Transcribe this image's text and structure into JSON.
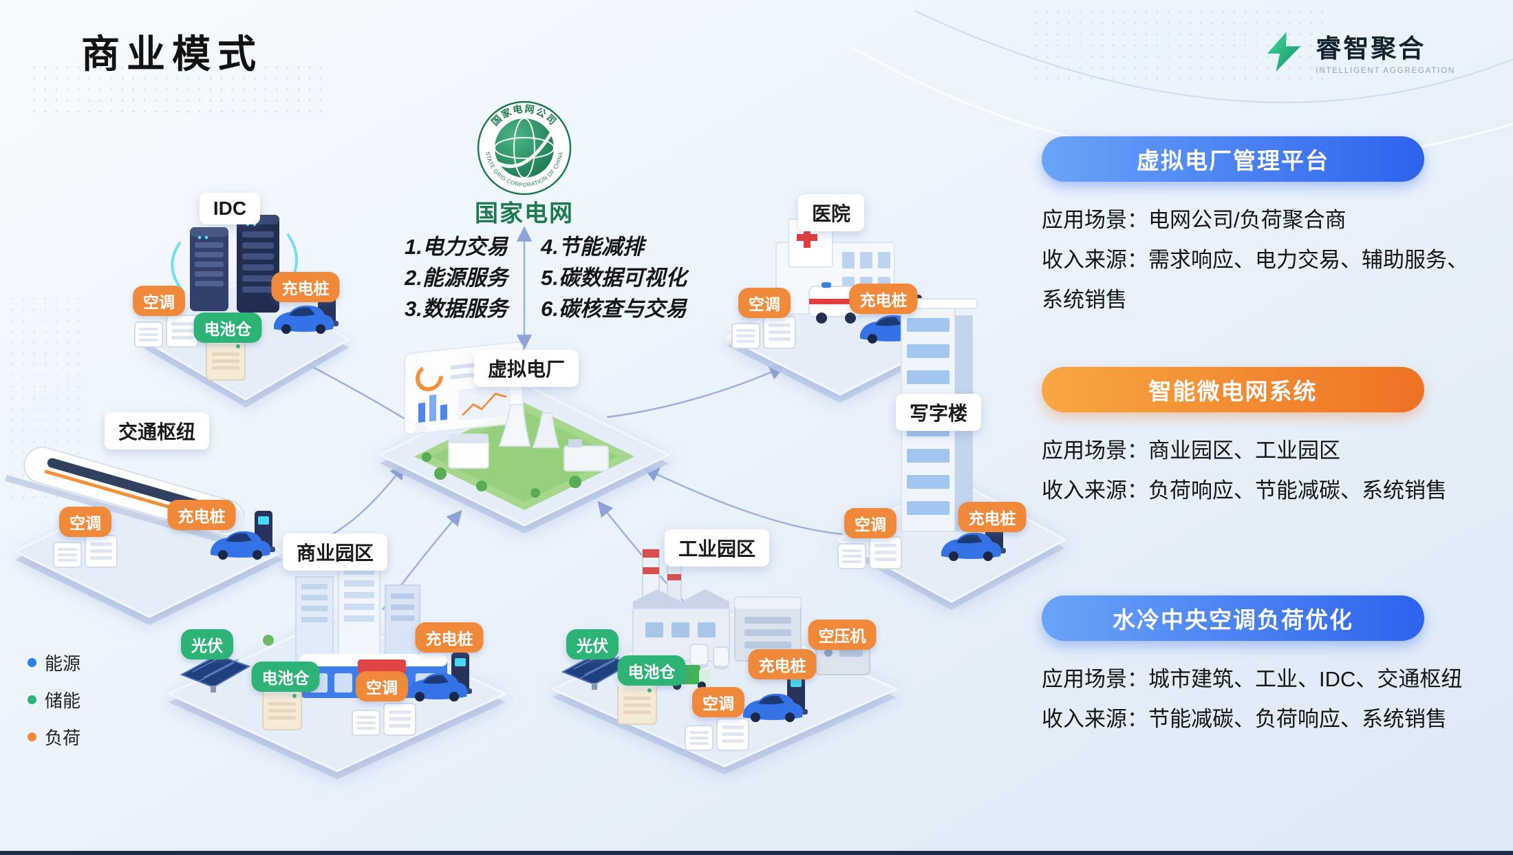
{
  "title": "商业模式",
  "brand": {
    "name": "睿智聚合",
    "tagline": "INTELLIGENT AGGREGATION"
  },
  "colors": {
    "accent_blue": "#2d63ee",
    "accent_orange": "#ee7d2e",
    "tag_load": "#f08a3a",
    "tag_storage": "#2eb377",
    "grid_green": "#1d7a4e"
  },
  "grid": {
    "name": "国家电网",
    "seal_top": "国家电网公司",
    "seal_bottom": "STATE GRID CORPORATION OF CHINA",
    "services_left": [
      "1.电力交易",
      "2.能源服务",
      "3.数据服务"
    ],
    "services_right": [
      "4.节能减排",
      "5.碳数据可视化",
      "6.碳核查与交易"
    ]
  },
  "center_node": {
    "label": "虚拟电厂"
  },
  "nodes": [
    {
      "label": "IDC",
      "tags": [
        {
          "label": "空调",
          "type": "load"
        },
        {
          "label": "充电桩",
          "type": "load"
        },
        {
          "label": "电池仓",
          "type": "storage"
        }
      ]
    },
    {
      "label": "医院",
      "tags": [
        {
          "label": "空调",
          "type": "load"
        },
        {
          "label": "充电桩",
          "type": "load"
        }
      ]
    },
    {
      "label": "交通枢纽",
      "tags": [
        {
          "label": "空调",
          "type": "load"
        },
        {
          "label": "充电桩",
          "type": "load"
        }
      ]
    },
    {
      "label": "写字楼",
      "tags": [
        {
          "label": "空调",
          "type": "load"
        },
        {
          "label": "充电桩",
          "type": "load"
        }
      ]
    },
    {
      "label": "商业园区",
      "tags": [
        {
          "label": "光伏",
          "type": "storage"
        },
        {
          "label": "充电桩",
          "type": "load"
        },
        {
          "label": "电池仓",
          "type": "storage"
        },
        {
          "label": "空调",
          "type": "load"
        }
      ]
    },
    {
      "label": "工业园区",
      "tags": [
        {
          "label": "光伏",
          "type": "storage"
        },
        {
          "label": "电池仓",
          "type": "storage"
        },
        {
          "label": "充电桩",
          "type": "load"
        },
        {
          "label": "空调",
          "type": "load"
        },
        {
          "label": "空压机",
          "type": "load"
        }
      ]
    }
  ],
  "legend": [
    {
      "label": "能源",
      "color": "#2f7df6"
    },
    {
      "label": "储能",
      "color": "#2eb377"
    },
    {
      "label": "负荷",
      "color": "#f08a3a"
    }
  ],
  "panels": [
    {
      "title": "虚拟电厂管理平台",
      "accent": "blue",
      "scene_label": "应用场景：",
      "scene": "电网公司/负荷聚合商",
      "revenue_label": "收入来源：",
      "revenue": "需求响应、电力交易、辅助服务、系统销售"
    },
    {
      "title": "智能微电网系统",
      "accent": "orange",
      "scene_label": "应用场景：",
      "scene": "商业园区、工业园区",
      "revenue_label": "收入来源：",
      "revenue": "负荷响应、节能减碳、系统销售"
    },
    {
      "title": "水冷中央空调负荷优化",
      "accent": "blue",
      "scene_label": "应用场景：",
      "scene": "城市建筑、工业、IDC、交通枢纽",
      "revenue_label": "收入来源：",
      "revenue": "节能减碳、负荷响应、系统销售"
    }
  ]
}
